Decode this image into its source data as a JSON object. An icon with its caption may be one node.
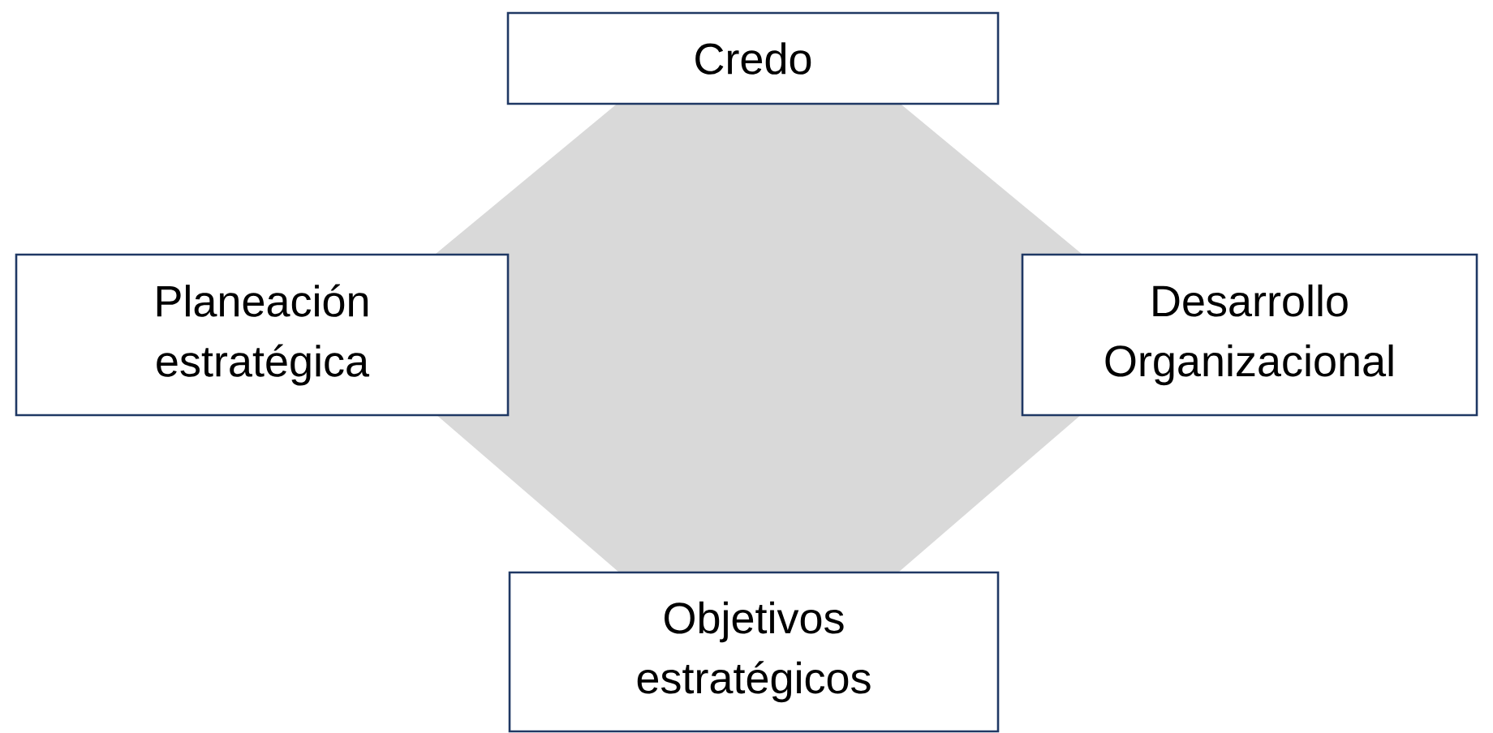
{
  "diagram": {
    "nodes": [
      {
        "text": [
          "Credo"
        ]
      },
      {
        "text": [
          "Planeación estratégica"
        ]
      },
      {
        "text": [
          "Desarrollo Organizacional"
        ]
      },
      {
        "text": [
          "Objetivos estratégicos"
        ]
      }
    ]
  }
}
